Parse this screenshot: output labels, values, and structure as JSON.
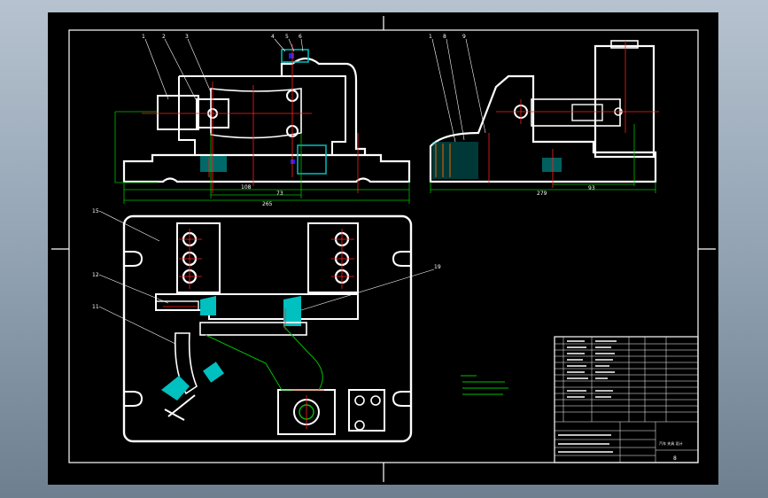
{
  "drawing": {
    "front_view_dimensions": [
      "108",
      "73",
      "265"
    ],
    "side_view_dimensions": [
      "279",
      "93"
    ],
    "front_view_leaders": [
      "1",
      "2",
      "3",
      "4",
      "5",
      "6"
    ],
    "side_view_leaders": [
      "1",
      "8",
      "9"
    ],
    "plan_view_leaders": [
      "15",
      "12",
      "11",
      "19"
    ],
    "title_block": {
      "name_text": "汽车 夹具 设计",
      "sheet_mark": "8"
    }
  },
  "colors": {
    "background": "#000000",
    "outline": "#ffffff",
    "centerline": "#ff2020",
    "dimension": "#00c000",
    "hatch": "#00ffff",
    "highlight": "#0000ff"
  }
}
